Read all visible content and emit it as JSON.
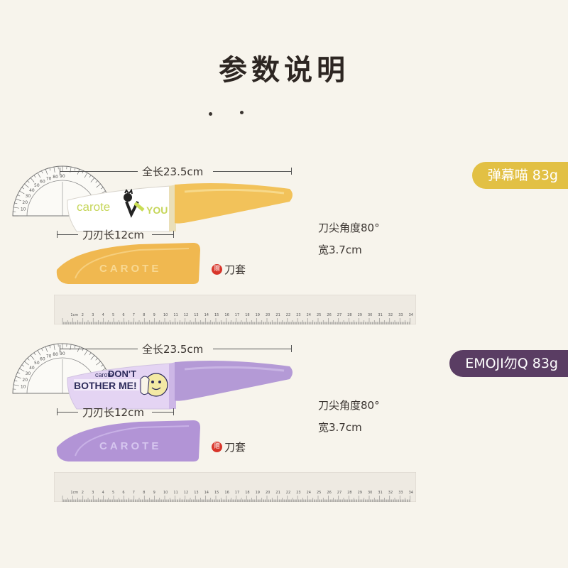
{
  "page": {
    "title": "参数说明"
  },
  "colors": {
    "yellow": "#f2c25a",
    "purple": "#b49ad6",
    "tag_yellow": "#e2c044",
    "tag_purple": "#5a3d63",
    "gift_red": "#d8352a"
  },
  "products": [
    {
      "tag": "弹幕喵 83g",
      "total_length": "全长23.5cm",
      "blade_length": "刀刃长12cm",
      "tip_angle": "刀尖角度80°",
      "width": "宽3.7cm",
      "gift_badge": "赠",
      "gift_label": "刀套",
      "blade_print": {
        "brand": "carote",
        "word": "YOU"
      },
      "sheath_text": "CAROTE"
    },
    {
      "tag": "EMOJI勿Q 83g",
      "total_length": "全长23.5cm",
      "blade_length": "刀刃长12cm",
      "tip_angle": "刀尖角度80°",
      "width": "宽3.7cm",
      "gift_badge": "赠",
      "gift_label": "刀套",
      "blade_print": {
        "brand": "carote",
        "line1": "DON'T",
        "line2": "BOTHER ME!"
      },
      "sheath_text": "CAROTE"
    }
  ],
  "ruler": {
    "unit_label": "1cm",
    "numbers": [
      "2",
      "3",
      "4",
      "5",
      "6",
      "7",
      "8",
      "9",
      "10",
      "11",
      "12",
      "13",
      "14",
      "15",
      "16",
      "17",
      "18",
      "19",
      "20",
      "21",
      "22",
      "23",
      "24",
      "25",
      "26",
      "27",
      "28",
      "29",
      "30",
      "31",
      "32",
      "33",
      "34"
    ]
  },
  "protractor": {
    "labels": [
      "10",
      "20",
      "30",
      "40",
      "50",
      "60",
      "70",
      "80",
      "90"
    ]
  }
}
